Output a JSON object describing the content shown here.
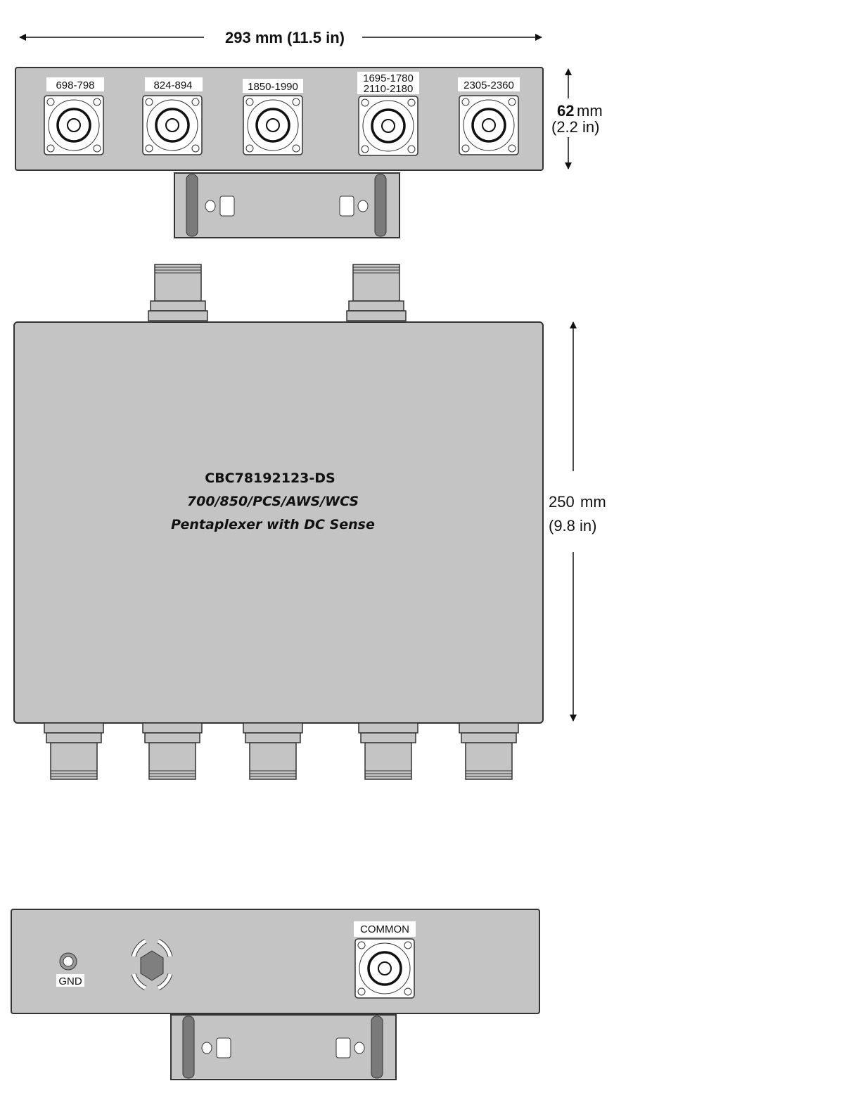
{
  "dimensions": {
    "width_label": "293 mm  (11.5 in)",
    "height_mm": "62",
    "height_mm_unit": "mm",
    "height_in": "(2.2 in)",
    "length_mm": "250",
    "length_mm_unit": "mm",
    "length_in": "(9.8 in)"
  },
  "ports": [
    {
      "label": "698-798"
    },
    {
      "label": "824-894"
    },
    {
      "label": "1850-1990"
    },
    {
      "label": "1695-1780",
      "label2": "2110-2180"
    },
    {
      "label": "2305-2360"
    }
  ],
  "product": {
    "model": "CBC78192123-DS",
    "bands": "700/850/PCS/AWS/WCS",
    "description": "Pentaplexer with DC Sense"
  },
  "bottom_panel": {
    "gnd_label": "GND",
    "common_label": "COMMON"
  },
  "colors": {
    "body": "#c4c4c4",
    "bar": "#7a7a7a",
    "hex": "#7f7f7f"
  }
}
